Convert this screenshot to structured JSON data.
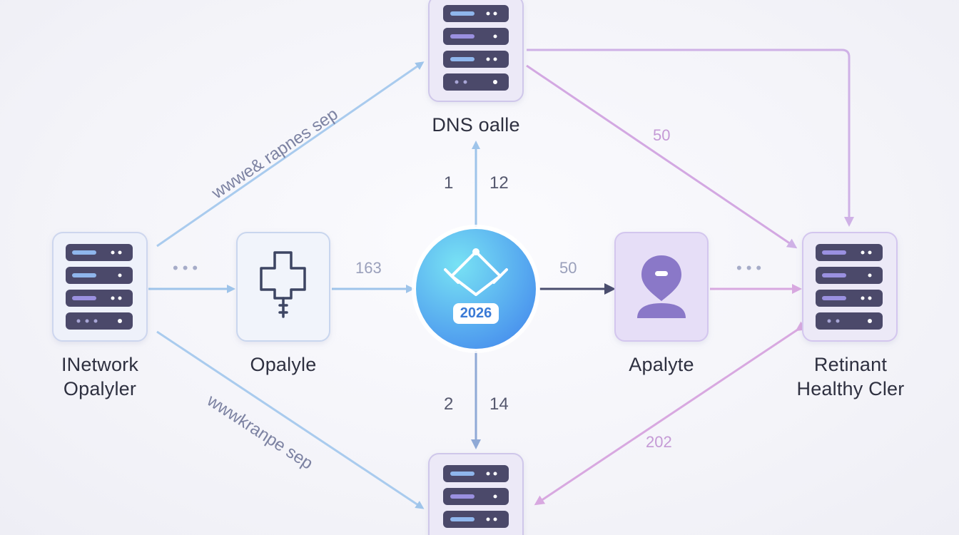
{
  "colors": {
    "server_box_fill": "#ece9f7",
    "server_box_stroke": "#cfc7ea",
    "server_slot": "#4b4a6b",
    "plain_box_fill": "#f1f4fb",
    "plain_box_stroke": "#c9d6ee",
    "purple_box_fill": "#e6def7",
    "purple_box_stroke": "#d3c6ee",
    "blue_arrow": "#9ec4ea",
    "pink_arrow": "#d8a8e0",
    "purple_arrow": "#cfb1e6",
    "dark_arrow": "#4a4d6e",
    "hub_light": "#6ed8f2",
    "hub_dark": "#4a9cf0"
  },
  "nodes": {
    "dns": {
      "label": "DNS oalle",
      "icon": "server-rack-icon"
    },
    "network": {
      "label_line1": "INetwork",
      "label_line2": "Opalyler",
      "icon": "server-rack-icon"
    },
    "opalyle": {
      "label": "Opalyle",
      "icon": "plug-icon"
    },
    "hub": {
      "badge": "2026",
      "icon": "diamond-link-icon"
    },
    "apalyte": {
      "label": "Apalyte",
      "icon": "user-pin-icon"
    },
    "retinant": {
      "label_line1": "Retinant",
      "label_line2": "Healthy Cler",
      "icon": "server-rack-icon"
    },
    "bottom": {
      "label": "",
      "icon": "server-rack-icon"
    }
  },
  "edges": {
    "hub_to_dns_left": "1",
    "hub_to_dns_right": "12",
    "dns_to_retinant": "50",
    "opalyle_to_hub": "163",
    "hub_to_apalyte": "50",
    "hub_to_bottom_left": "2",
    "hub_to_bottom_right": "14",
    "retinant_to_bottom": "202",
    "network_to_dns_text": "wwwe& rapnes sep",
    "network_to_bottom_text": "wwwkranpe sep",
    "network_to_opalyle_dots": "•••",
    "apalyte_to_retinant_dots": "•••"
  }
}
